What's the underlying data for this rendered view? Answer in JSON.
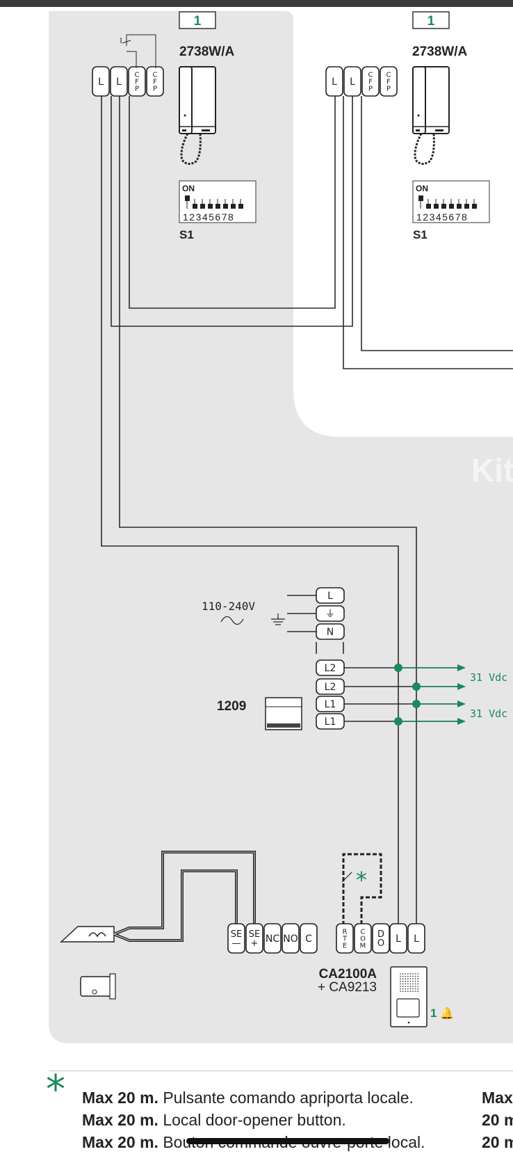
{
  "handset_left": {
    "qty": "1",
    "model": "2738W/A",
    "dip_label": "S1",
    "dip_on": "ON",
    "dip_numbers": "12345678"
  },
  "handset_right": {
    "qty": "1",
    "model": "2738W/A",
    "dip_label": "S1",
    "dip_on": "ON",
    "dip_numbers": "12345678"
  },
  "terminals_handset": [
    "L",
    "L",
    "C\nF\nP",
    "C\nF\nP"
  ],
  "watermark": "Kit",
  "power": {
    "mains": "110-240V",
    "model": "1209",
    "terminals": [
      "L",
      "⏚",
      "N",
      "L2",
      "L2",
      "L1",
      "L1"
    ],
    "output_1": "31 Vdc",
    "output_2": "31 Vdc"
  },
  "entrance_panel": {
    "model": "CA2100A",
    "addon": "+ CA9213",
    "call_buttons": "1",
    "terminals": [
      "SE\n—",
      "SE\n+",
      "NC",
      "NO",
      "C",
      "R\nT\nE",
      "C\nO\nM",
      "D\nO",
      "L",
      "L"
    ]
  },
  "footnote": {
    "marker": "*",
    "lines": [
      {
        "bold": "Max 20 m.",
        "text": " Pulsante comando apriporta locale.",
        "right": "Max"
      },
      {
        "bold": "Max 20 m.",
        "text": " Local door-opener button.",
        "right": "20 m"
      },
      {
        "bold": "Max 20 m.",
        "text": " Bouton commande ouvre-porte local.",
        "right": "20 m"
      }
    ]
  },
  "colors": {
    "accent": "#1a8a5a",
    "panel": "#e6e6e6",
    "wire": "#2a2a2a"
  }
}
